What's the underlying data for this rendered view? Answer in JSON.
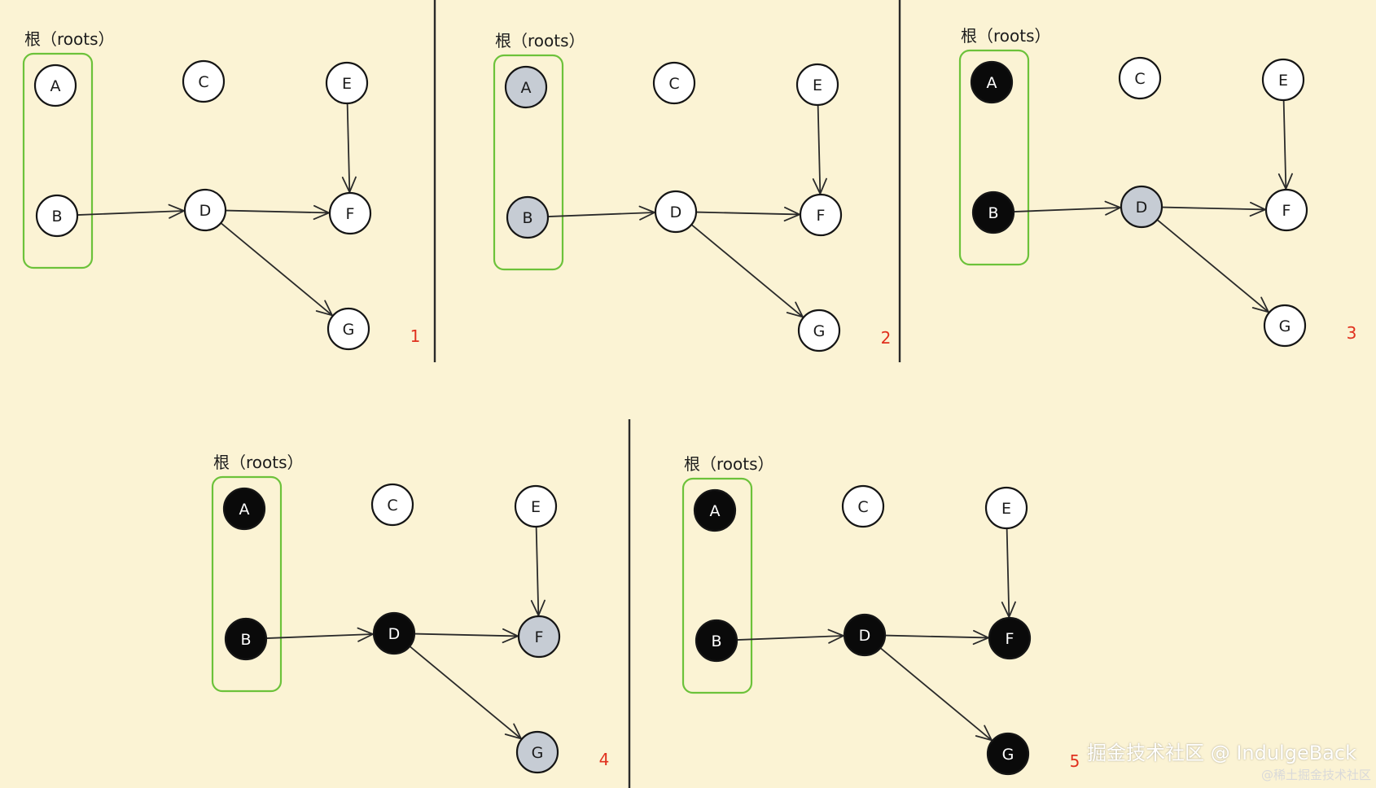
{
  "colors": {
    "background": "#fbf3d4",
    "white": "#ffffff",
    "gray": "#c6ccd4",
    "black": "#0a0a0a",
    "roots_box": "#6cc23a",
    "step_number": "#e0301e"
  },
  "roots_label": "根（roots）",
  "node_labels": [
    "A",
    "B",
    "C",
    "D",
    "E",
    "F",
    "G"
  ],
  "edges": [
    [
      "B",
      "D"
    ],
    [
      "D",
      "F"
    ],
    [
      "D",
      "G"
    ],
    [
      "E",
      "F"
    ]
  ],
  "panels": [
    {
      "step": "1",
      "states": {
        "A": "white",
        "B": "white",
        "C": "white",
        "D": "white",
        "E": "white",
        "F": "white",
        "G": "white"
      }
    },
    {
      "step": "2",
      "states": {
        "A": "gray",
        "B": "gray",
        "C": "white",
        "D": "white",
        "E": "white",
        "F": "white",
        "G": "white"
      }
    },
    {
      "step": "3",
      "states": {
        "A": "black",
        "B": "black",
        "C": "white",
        "D": "gray",
        "E": "white",
        "F": "white",
        "G": "white"
      }
    },
    {
      "step": "4",
      "states": {
        "A": "black",
        "B": "black",
        "C": "white",
        "D": "black",
        "E": "white",
        "F": "gray",
        "G": "gray"
      }
    },
    {
      "step": "5",
      "states": {
        "A": "black",
        "B": "black",
        "C": "white",
        "D": "black",
        "E": "white",
        "F": "black",
        "G": "black"
      }
    }
  ],
  "watermark": {
    "main": "掘金技术社区 @ IndulgeBack",
    "sub": "@稀土掘金技术社区"
  }
}
